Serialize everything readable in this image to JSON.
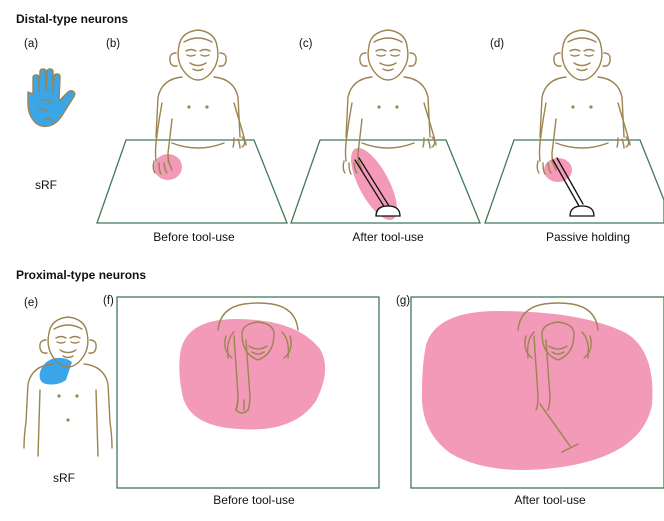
{
  "sections": {
    "distal_title": "Distal-type neurons",
    "proximal_title": "Proximal-type neurons"
  },
  "panels": {
    "a": {
      "label": "(a)",
      "caption": "sRF"
    },
    "b": {
      "label": "(b)",
      "caption": "Before tool-use"
    },
    "c": {
      "label": "(c)",
      "caption": "After tool-use"
    },
    "d": {
      "label": "(d)",
      "caption": "Passive holding"
    },
    "e": {
      "label": "(e)",
      "caption": "sRF"
    },
    "f": {
      "label": "(f)",
      "caption": "Before tool-use"
    },
    "g": {
      "label": "(g)",
      "caption": "After tool-use"
    }
  },
  "colors": {
    "receptive_field_visual": "#f088ac",
    "receptive_field_somatosensory": "#3aa6e8",
    "monkey_line": "#9c8450",
    "table_line": "#3f7a5a"
  }
}
